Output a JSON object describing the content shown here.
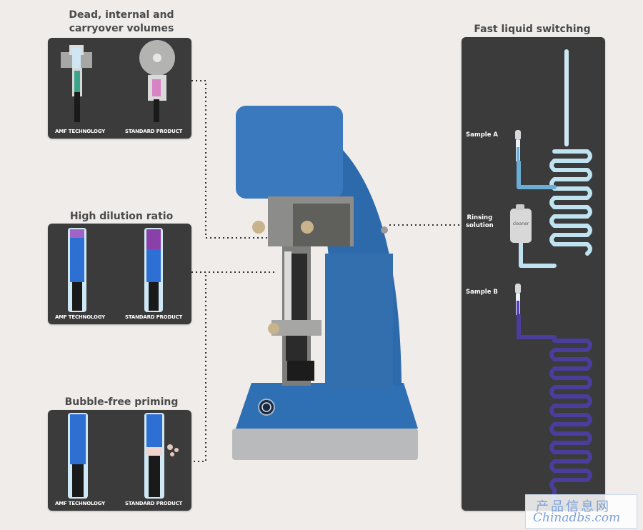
{
  "titles": {
    "dead_volumes_line1": "Dead, internal and",
    "dead_volumes_line2": "carryover volumes",
    "dilution": "High dilution ratio",
    "priming": "Bubble-free priming",
    "switching": "Fast liquid switching"
  },
  "captions": {
    "amf": "AMF TECHNOLOGY",
    "standard": "STANDARD PRODUCT"
  },
  "switching_labels": {
    "sample_a": "Sample A",
    "rinsing_line1": "Rinsing",
    "rinsing_line2": "solution",
    "sample_b": "Sample B",
    "cleaner": "cleaner"
  },
  "watermark": {
    "line1": "产品信息网",
    "line2": "Chinadbs.com"
  },
  "colors": {
    "device_blue": "#2f6fb3",
    "panel_bg": "#3b3b3b",
    "liquid_blue": "#2e6fd4",
    "liquid_purple": "#8b3fa8",
    "tube_light": "#bfe3f0",
    "tube_dark": "#4a3d9c"
  }
}
